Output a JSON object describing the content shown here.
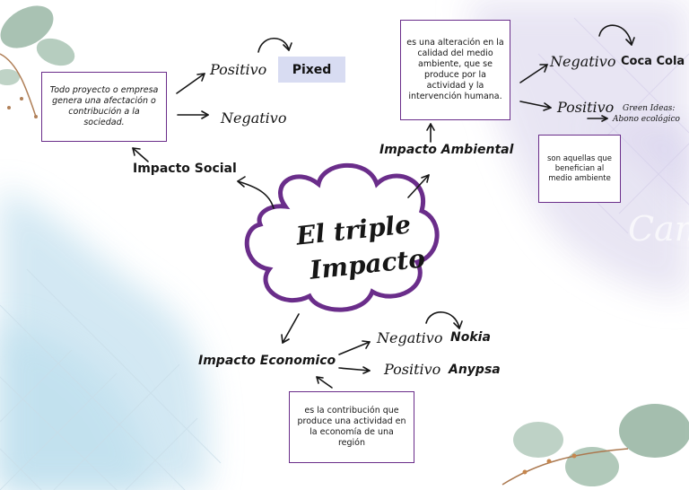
{
  "colors": {
    "accent_purple": "#6a2d8a",
    "pixed_fill": "#d8dcf2",
    "watercolor_blue": "#cfe6f2",
    "watercolor_lavender": "#e7e4f3",
    "leaf_green": "#9bb8a6"
  },
  "center": {
    "line1": "El triple",
    "line2": "Impacto"
  },
  "social": {
    "title": "Impacto Social",
    "definition": "Todo proyecto o empresa genera una afectación o contribución a la sociedad.",
    "positive_label": "Positivo",
    "positive_example": "Pixed",
    "negative_label": "Negativo"
  },
  "environmental": {
    "title": "Impacto Ambiental",
    "definition": "es una alteración en la calidad del medio ambiente, que se produce por la actividad y la intervención humana.",
    "negative_label": "Negativo",
    "negative_example": "Coca Cola",
    "positive_label": "Positivo",
    "positive_example_line1": "Green Ideas:",
    "positive_example_line2": "Abono ecológico",
    "positive_note": "son aquellas que benefician al medio ambiente"
  },
  "economic": {
    "title": "Impacto Economico",
    "definition": "es la contribución que produce una actividad en la economía de una región",
    "negative_label": "Negativo",
    "negative_example": "Nokia",
    "positive_label": "Positivo",
    "positive_example": "Anypsa"
  }
}
